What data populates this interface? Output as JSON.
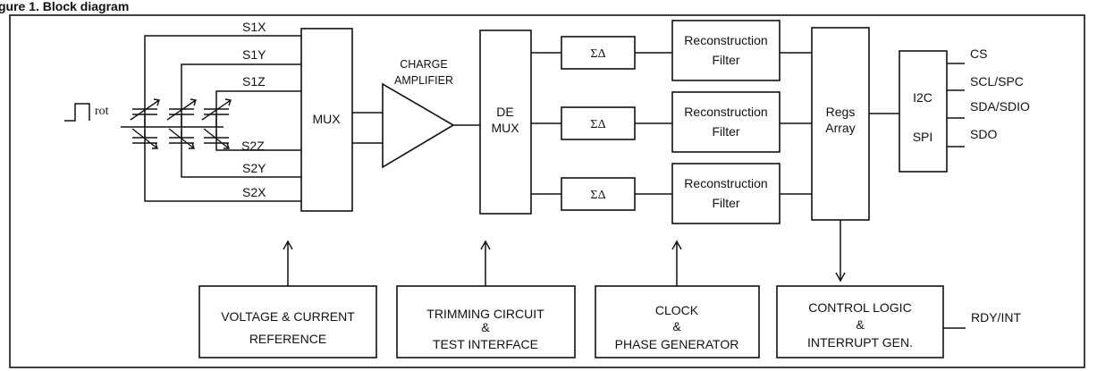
{
  "figure": {
    "title": "gure 1.   Block diagram"
  },
  "sensor": {
    "input_label": "rot",
    "lines": [
      "S1X",
      "S1Y",
      "S1Z",
      "S2Z",
      "S2Y",
      "S2X"
    ]
  },
  "blocks": {
    "mux": "MUX",
    "charge_amp": [
      "CHARGE",
      "AMPLIFIER"
    ],
    "demux": [
      "DE",
      "MUX"
    ],
    "sigma_delta": "ΣΔ",
    "reconstruction": [
      "Reconstruction",
      "Filter"
    ],
    "regs": [
      "Regs",
      "Array"
    ],
    "interface": [
      "I2C",
      "SPI"
    ]
  },
  "outputs": [
    "CS",
    "SCL/SPC",
    "SDA/SDIO",
    "SDO"
  ],
  "bottom_blocks": {
    "voltage": [
      "VOLTAGE & CURRENT",
      "REFERENCE"
    ],
    "trimming": [
      "TRIMMING CIRCUIT",
      "&",
      "TEST INTERFACE"
    ],
    "clock": [
      "CLOCK",
      "&",
      "PHASE GENERATOR"
    ],
    "control": [
      "CONTROL LOGIC",
      "&",
      "INTERRUPT GEN."
    ]
  },
  "rdy_int": "RDY/INT"
}
